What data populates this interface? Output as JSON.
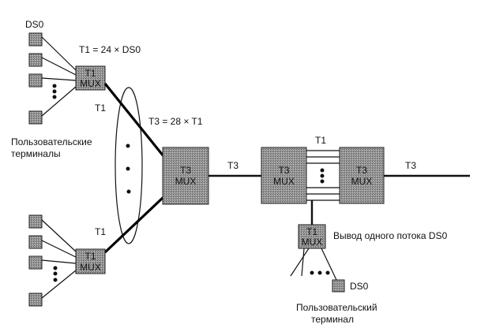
{
  "diagram": {
    "labels": {
      "ds0_top": "DS0",
      "t1_formula": "T1 = 24 × DS0",
      "t1_link_top": "T1",
      "t3_formula": "T3 = 28 × T1",
      "user_terminals": [
        "Пользовательские",
        "терминалы"
      ],
      "t1_link_bottom": "T1",
      "t3_link_left": "T3",
      "t1_bundle": "T1",
      "t3_link_right": "T3",
      "drop_label": "Вывод одного потока DS0",
      "ds0_bottom": "DS0",
      "user_terminal": [
        "Пользовательский",
        "терминал"
      ]
    },
    "nodes": {
      "t1_mux_top": [
        "T1",
        "MUX"
      ],
      "t1_mux_bottom": [
        "T1",
        "MUX"
      ],
      "t3_mux_main": [
        "T3",
        "MUX"
      ],
      "t3_mux_left": [
        "T3",
        "MUX"
      ],
      "t3_mux_right": [
        "T3",
        "MUX"
      ],
      "t1_mux_drop": [
        "T1",
        "MUX"
      ]
    }
  }
}
